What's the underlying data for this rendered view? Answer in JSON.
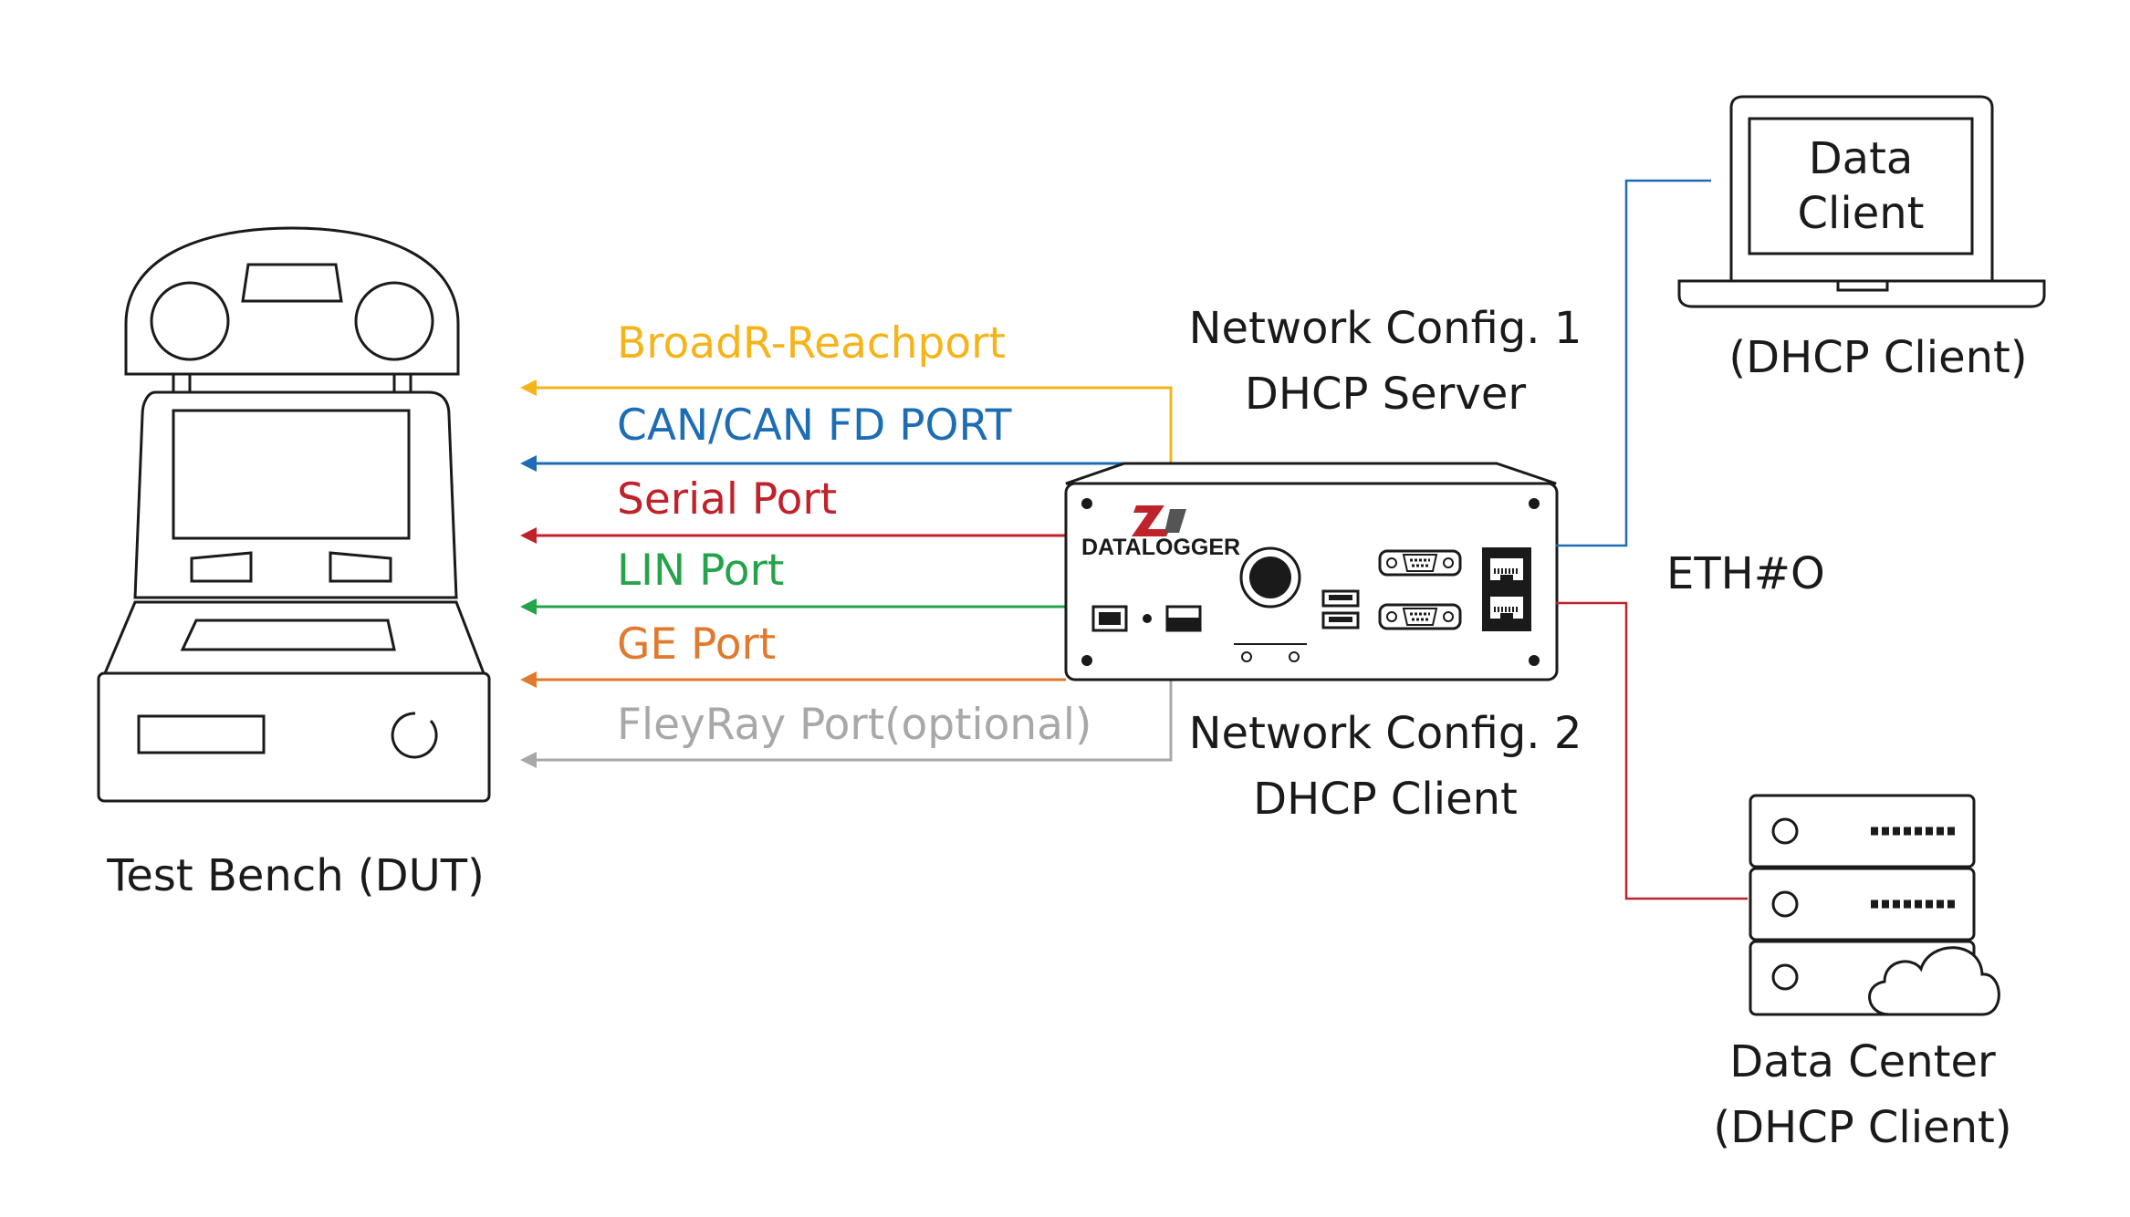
{
  "test_bench": {
    "label": "Test Bench (DUT)"
  },
  "ports": [
    {
      "label": "BroadR-Reachport",
      "color": "#F4B41A"
    },
    {
      "label": "CAN/CAN FD PORT",
      "color": "#1D6DB5"
    },
    {
      "label": "Serial Port",
      "color": "#C0222B"
    },
    {
      "label": "LIN Port",
      "color": "#24A34A"
    },
    {
      "label": "GE Port",
      "color": "#E07A2E"
    },
    {
      "label": "FleyRay Port(optional)",
      "color": "#A8A8A8"
    }
  ],
  "network_config_1": {
    "line1": "Network Config. 1",
    "line2": "DHCP Server"
  },
  "network_config_2": {
    "line1": "Network Config. 2",
    "line2": "DHCP Client"
  },
  "datalogger": {
    "brand": "DATALOGGER",
    "logo": "ZLG-logo"
  },
  "eth_label": "ETH#O",
  "data_client": {
    "screen_line1": "Data",
    "screen_line2": "Client",
    "caption": "(DHCP Client)",
    "link_color": "#1D6DB5"
  },
  "data_center": {
    "line1": "Data Center",
    "line2": "(DHCP Client)",
    "link_color": "#C0222B"
  }
}
